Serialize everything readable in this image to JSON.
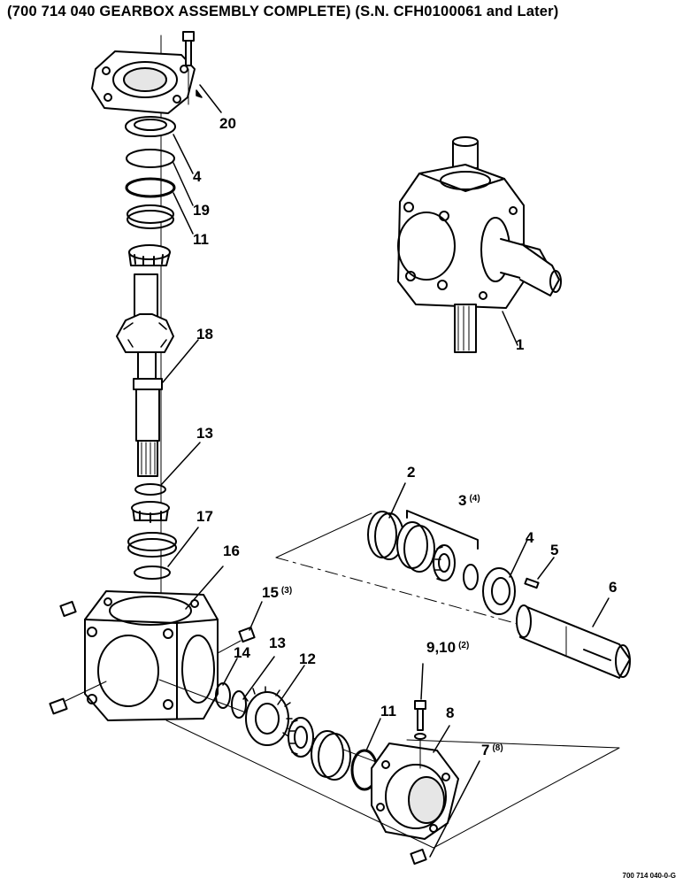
{
  "title": "(700 714 040 GEARBOX ASSEMBLY COMPLETE) (S.N. CFH0100061 and Later)",
  "drawing_code": "700 714 040-0-G",
  "callouts": [
    {
      "label": "20",
      "qty": ""
    },
    {
      "label": "4",
      "qty": ""
    },
    {
      "label": "19",
      "qty": ""
    },
    {
      "label": "11",
      "qty": ""
    },
    {
      "label": "1",
      "qty": ""
    },
    {
      "label": "18",
      "qty": ""
    },
    {
      "label": "13",
      "qty": ""
    },
    {
      "label": "17",
      "qty": ""
    },
    {
      "label": "16",
      "qty": ""
    },
    {
      "label": "2",
      "qty": ""
    },
    {
      "label": "3",
      "qty": "(4)"
    },
    {
      "label": "4",
      "qty": ""
    },
    {
      "label": "5",
      "qty": ""
    },
    {
      "label": "6",
      "qty": ""
    },
    {
      "label": "15",
      "qty": "(3)"
    },
    {
      "label": "14",
      "qty": ""
    },
    {
      "label": "13",
      "qty": ""
    },
    {
      "label": "12",
      "qty": ""
    },
    {
      "label": "9,10",
      "qty": "(2)"
    },
    {
      "label": "11",
      "qty": ""
    },
    {
      "label": "8",
      "qty": ""
    },
    {
      "label": "7",
      "qty": "(8)"
    }
  ]
}
